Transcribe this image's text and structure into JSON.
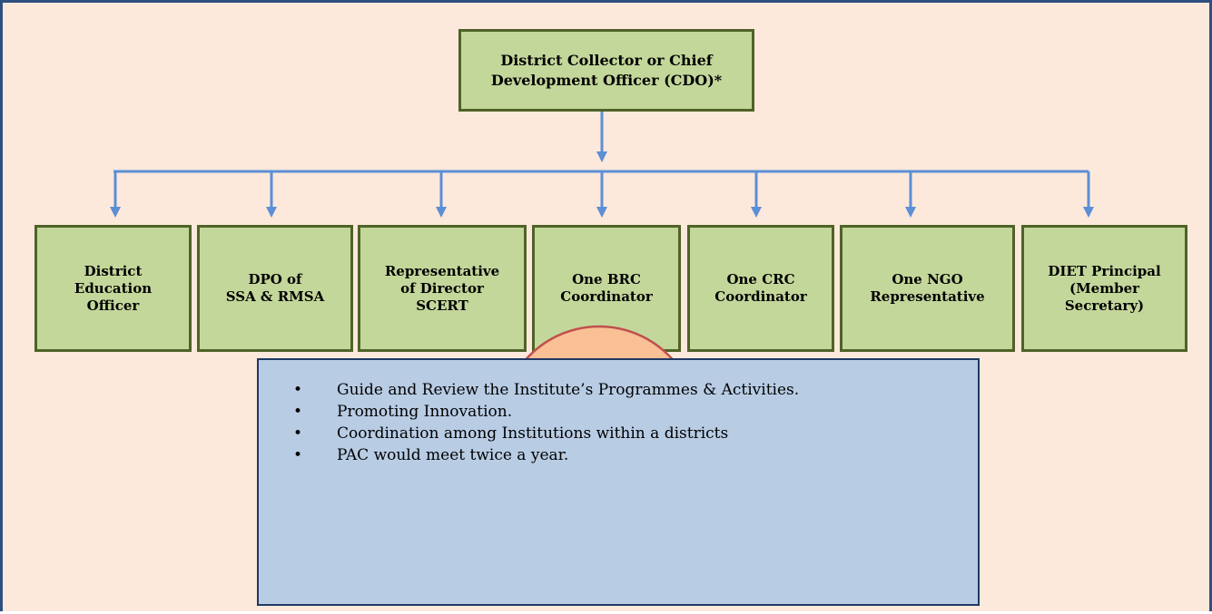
{
  "top": {
    "label": "District Collector or Chief\nDevelopment Officer (CDO)*"
  },
  "members": [
    {
      "id": "deo",
      "label": "District\nEducation\nOfficer"
    },
    {
      "id": "dpo",
      "label": "DPO of\nSSA & RMSA"
    },
    {
      "id": "rep",
      "label": "Representative\nof Director\nSCERT"
    },
    {
      "id": "brc",
      "label": "One BRC\nCoordinator"
    },
    {
      "id": "crc",
      "label": "One CRC\nCoordinator"
    },
    {
      "id": "ngo",
      "label": "One NGO\nRepresentative"
    },
    {
      "id": "diet",
      "label": "DIET Principal\n(Member\nSecretary)"
    }
  ],
  "functions": {
    "items": [
      "Guide and Review the Institute’s Programmes & Activities.",
      "Promoting Innovation.",
      "Coordination among Institutions within a districts",
      "PAC would meet twice a year."
    ]
  },
  "colors": {
    "box_fill": "#c4d79b",
    "box_border": "#4f6228",
    "connector": "#5b8fd6",
    "arch_fill": "#f9bf95",
    "arch_border": "#c0504d",
    "info_fill": "#b8cce4",
    "info_border": "#1f3864",
    "background": "#fce9dc"
  }
}
